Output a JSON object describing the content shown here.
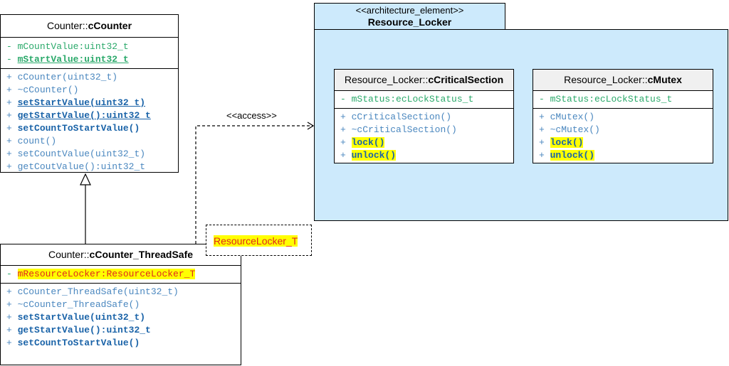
{
  "cCounter": {
    "ns": "Counter::",
    "name": "cCounter",
    "attrs": [
      {
        "vis": "-",
        "text": "mCountValue:uint32_t"
      },
      {
        "vis": "-",
        "text": "mStartValue:uint32_t"
      }
    ],
    "ops": [
      {
        "vis": "+",
        "text": "cCounter(uint32_t)"
      },
      {
        "vis": "+",
        "text": "~cCounter()"
      },
      {
        "vis": "+",
        "text": "setStartValue(uint32_t)"
      },
      {
        "vis": "+",
        "text": "getStartValue():uint32_t"
      },
      {
        "vis": "+",
        "text": "setCountToStartValue()"
      },
      {
        "vis": "+",
        "text": "count()"
      },
      {
        "vis": "+",
        "text": "setCountValue(uint32_t)"
      },
      {
        "vis": "+",
        "text": "getCoutValue():uint32_t"
      }
    ]
  },
  "cCounterTS": {
    "ns": "Counter::",
    "name": "cCounter_ThreadSafe",
    "attrs": [
      {
        "vis": "-",
        "text": "mResourceLocker:ResourceLocker_T"
      }
    ],
    "ops": [
      {
        "vis": "+",
        "text": "cCounter_ThreadSafe(uint32_t)"
      },
      {
        "vis": "+",
        "text": "~cCounter_ThreadSafe()"
      },
      {
        "vis": "+",
        "text": "setStartValue(uint32_t)"
      },
      {
        "vis": "+",
        "text": "getStartValue():uint32_t"
      },
      {
        "vis": "+",
        "text": "setCountToStartValue()"
      }
    ]
  },
  "template_param": "ResourceLocker_T",
  "access_label": "<<access>>",
  "package": {
    "stereotype": "<<architecture_element>>",
    "name": "Resource_Locker"
  },
  "cCriticalSection": {
    "ns": "Resource_Locker::",
    "name": "cCriticalSection",
    "attrs": [
      {
        "vis": "-",
        "text": "mStatus:ecLockStatus_t"
      }
    ],
    "ops": [
      {
        "vis": "+",
        "text": "cCriticalSection()"
      },
      {
        "vis": "+",
        "text": "~cCriticalSection()"
      },
      {
        "vis": "+",
        "text": "lock()"
      },
      {
        "vis": "+",
        "text": "unlock()"
      }
    ]
  },
  "cMutex": {
    "ns": "Resource_Locker::",
    "name": "cMutex",
    "attrs": [
      {
        "vis": "-",
        "text": "mStatus:ecLockStatus_t"
      }
    ],
    "ops": [
      {
        "vis": "+",
        "text": "cMutex()"
      },
      {
        "vis": "+",
        "text": "~cMutex()"
      },
      {
        "vis": "+",
        "text": "lock()"
      },
      {
        "vis": "+",
        "text": "unlock()"
      }
    ]
  },
  "colors": {
    "package_fill": "#cdeafc",
    "highlight": "#ffff00",
    "attr_green": "#2aa96a",
    "op_blue": "#4a87bf",
    "op_dark_blue": "#1a63a8",
    "param_red": "#e0281c"
  }
}
